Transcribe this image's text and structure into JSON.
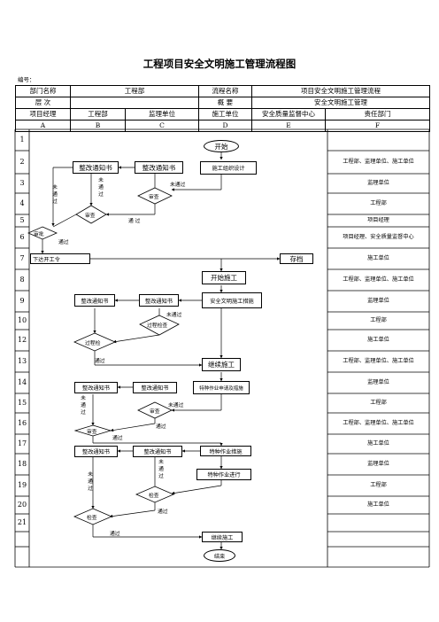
{
  "title": "工程项目安全文明施工管理流程图",
  "serial_label": "编号：",
  "header": {
    "dept_name_label": "部门名称",
    "dept_name_value": "工程部",
    "flow_name_label": "流程名称",
    "flow_name_value": "项目安全文明施工管理流程",
    "level_label": "层 次",
    "overview_label": "概 要",
    "overview_value": "安全文明施工管理",
    "columns": [
      "项目经理",
      "工程部",
      "监理单位",
      "施工单位",
      "安全质量监督中心",
      "责任部门"
    ],
    "letters": [
      "A",
      "B",
      "C",
      "D",
      "E",
      "F"
    ]
  },
  "rows": [
    "1",
    "2",
    "3",
    "4",
    "5",
    "6",
    "7",
    "8",
    "9",
    "10",
    "12",
    "13",
    "14",
    "15",
    "16",
    "17",
    "18",
    "19",
    "20",
    "21"
  ],
  "responsibility": [
    "",
    "工程部、监理单位、施工单位",
    "监理单位",
    "工程部",
    "项目经理",
    "项目经理、安全质量监督中心",
    "施工单位",
    "工程部、监理单位、施工单位",
    "监理单位",
    "工程部",
    "施工单位",
    "工程部、监理单位、施工单位",
    "监理单位",
    "工程部",
    "工程部、监理单位、施工单位",
    "施工单位",
    "监理单位",
    "工程部",
    "施工单位",
    ""
  ],
  "nodes": {
    "start": "开始",
    "notice1": "整改通知书",
    "notice2": "整改通知书",
    "org_design": "施工组织设计",
    "review_c": "审查",
    "review_b": "审查",
    "approve": "审批",
    "order": "下达开工令",
    "archive": "存档",
    "begin_construct": "开始施工",
    "notice3": "整改通知书",
    "notice4": "整改通知书",
    "safety_measures": "安全文明施工措施",
    "process_check_c": "过程检查",
    "process_check_b": "过程检",
    "continue1": "继续施工",
    "notice5": "整改通知书",
    "notice6": "整改通知书",
    "special_apply": "特种作业申请及措施",
    "review_c2": "审查",
    "review_b2": "审查",
    "notice7": "整改通知书",
    "notice8": "整改通知书",
    "special_measures": "特种作业措施",
    "special_run": "特种作业进行",
    "check_c": "检查",
    "check_b": "检查",
    "continue2": "继续施工",
    "end": "结束"
  },
  "labels": {
    "fail": "未通过",
    "pass": "通过",
    "pass_spaced": "通 过",
    "fail_v": "未通过"
  }
}
